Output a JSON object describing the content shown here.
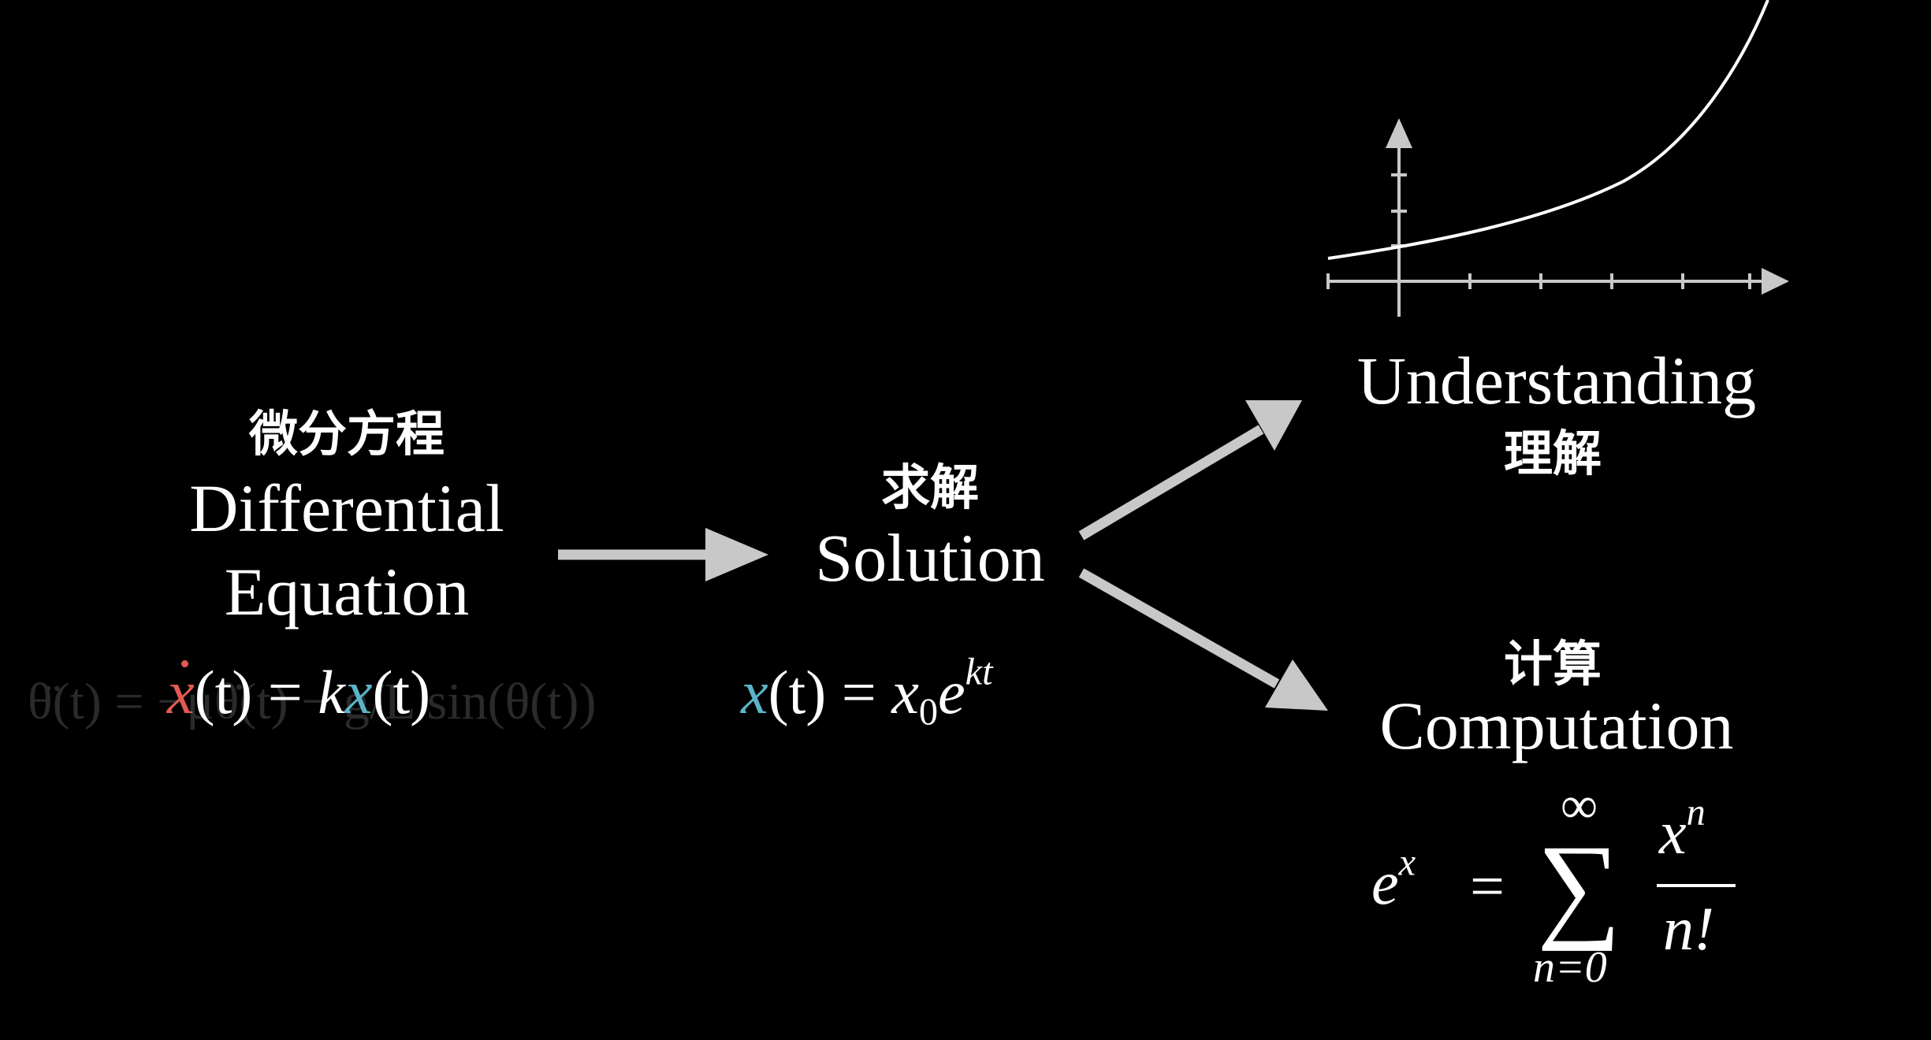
{
  "labels": {
    "diffeq_cn": "微分方程",
    "diffeq_en_line1": "Differential",
    "diffeq_en_line2": "Equation",
    "solution_cn": "求解",
    "solution_en": "Solution",
    "understanding_en": "Understanding",
    "understanding_cn": "理解",
    "computation_cn": "计算",
    "computation_en": "Computation"
  },
  "equations": {
    "diffeq": {
      "lhs_var": "x",
      "lhs_args": "(t) = ",
      "k": "k",
      "rhs_var": "x",
      "rhs_args": "(t)"
    },
    "ghost": {
      "text": "θ̈(t) = −μθ̇(t) − g/L sin(θ(t))"
    },
    "solution": {
      "var": "x",
      "args": "(t) = ",
      "x0": "x",
      "sub0": "0",
      "e": "e",
      "exp": "kt"
    },
    "series": {
      "e": "e",
      "exp": "x",
      "eq": "=",
      "sum": "∑",
      "upper": "∞",
      "lower": "n=0",
      "num_base": "x",
      "num_exp": "n",
      "den": "n!"
    }
  },
  "colors": {
    "background": "#000000",
    "text": "#ffffff",
    "arrow": "#c8c8c8",
    "derivative": "#e35a52",
    "variable": "#5ab4c8"
  }
}
